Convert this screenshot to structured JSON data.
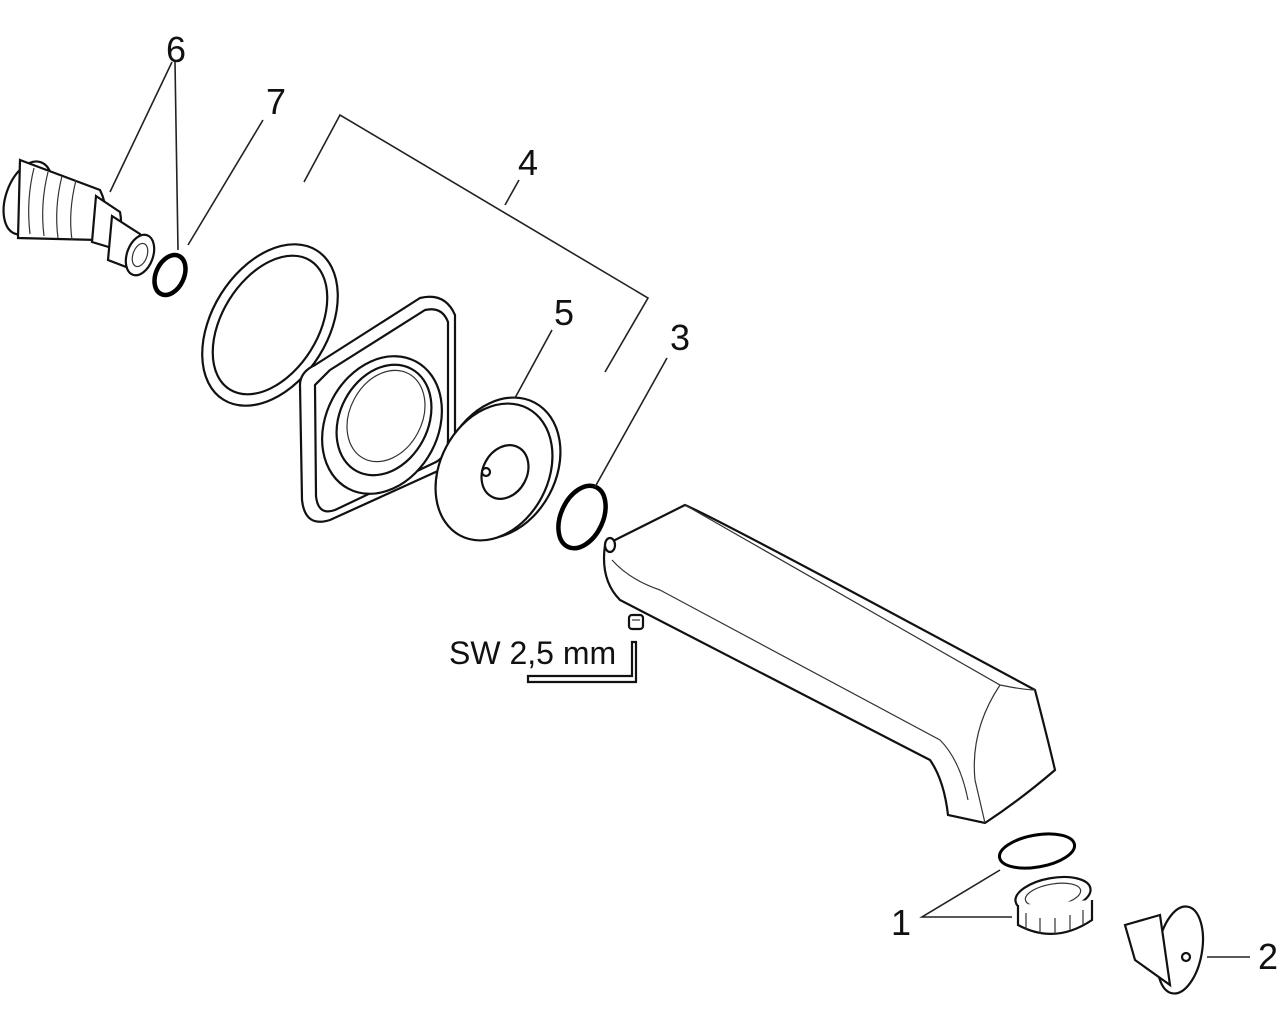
{
  "diagram": {
    "callouts": {
      "c1": "1",
      "c2": "2",
      "c3": "3",
      "c4": "4",
      "c5": "5",
      "c6": "6",
      "c7": "7"
    },
    "tool_label": "SW 2,5 mm",
    "colors": {
      "line": "#222222",
      "background": "#ffffff"
    }
  }
}
